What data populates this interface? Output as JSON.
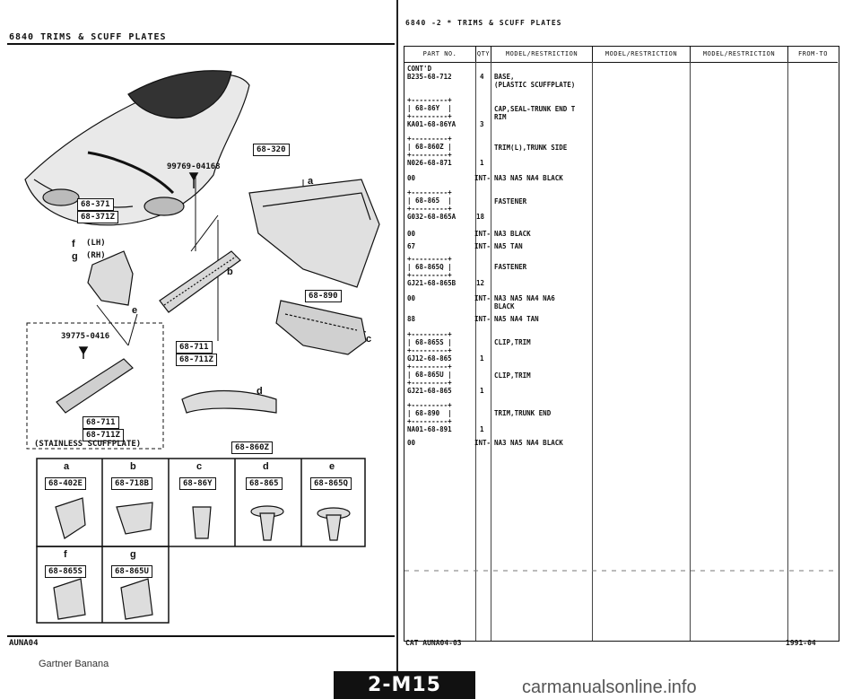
{
  "left": {
    "title": "6840   TRIMS & SCUFF PLATES",
    "code": "AUNA04",
    "credit": "Gartner Banana",
    "labels": {
      "p99769": "99769-04168",
      "p39775": "39775-0416",
      "box_68_320": "68-320",
      "box_68_371": "68-371",
      "box_68_371Z": "68-371Z",
      "box_68_890": "68-890",
      "box_68_711a": "68-711",
      "box_68_711Za": "68-711Z",
      "box_68_711b": "68-711",
      "box_68_711Zb": "68-711Z",
      "box_68_860Z": "68-860Z",
      "lh": "(LH)",
      "rh": "(RH)",
      "stainless": "(STAINLESS SCUFFPLATE)"
    },
    "callouts": {
      "a": "a",
      "b": "b",
      "c": "c",
      "d": "d",
      "e": "e",
      "f": "f",
      "g": "g"
    },
    "grid": {
      "cells": [
        {
          "mark": "a",
          "box": "68-402E"
        },
        {
          "mark": "b",
          "box": "68-718B"
        },
        {
          "mark": "c",
          "box": "68-86Y"
        },
        {
          "mark": "d",
          "box": "68-865"
        },
        {
          "mark": "e",
          "box": "68-865Q"
        },
        {
          "mark": "f",
          "box": "68-865S"
        },
        {
          "mark": "g",
          "box": "68-865U"
        }
      ]
    }
  },
  "right": {
    "header": "6840  -2 *  TRIMS & SCUFF PLATES",
    "columns": [
      "PART NO.",
      "QTY",
      "MODEL/RESTRICTION",
      "MODEL/RESTRICTION",
      "MODEL/RESTRICTION",
      "FROM-TO"
    ],
    "rows": [
      {
        "part": "CONT'D\nB235-68-712",
        "qty": "4",
        "desc": "BASE,\n(PLASTIC SCUFFPLATE)"
      },
      {
        "part": "+---------+\n| 68-86Y  |\n+---------+\nKA01-68-86YA",
        "qty": "3",
        "desc": "CAP,SEAL-TRUNK END T\nRIM"
      },
      {
        "part": "+---------+\n| 68-860Z |\n+---------+\nN026-68-871",
        "qty": "1",
        "desc": "TRIM(L),TRUNK SIDE"
      },
      {
        "part": "00",
        "qty": "INT-",
        "desc": "NA3 NA5 NA4 BLACK"
      },
      {
        "part": "+---------+\n| 68-865  |\n+---------+\nG032-68-865A",
        "qty": "18",
        "desc": "FASTENER"
      },
      {
        "part": "00",
        "qty": "INT-",
        "desc": "NA3 BLACK"
      },
      {
        "part": "67",
        "qty": "INT-",
        "desc": "NA5 TAN"
      },
      {
        "part": "+---------+\n| 68-865Q |\n+---------+\nGJ21-68-865B",
        "qty": "12",
        "desc": "FASTENER"
      },
      {
        "part": "00",
        "qty": "INT-",
        "desc": "NA3 NA5 NA4 NA6\nBLACK"
      },
      {
        "part": "88",
        "qty": "INT-",
        "desc": "NA5 NA4 TAN"
      },
      {
        "part": "+---------+\n| 68-865S |\n+---------+\nGJ12-68-865",
        "qty": "1",
        "desc": "CLIP,TRIM"
      },
      {
        "part": "+---------+\n| 68-865U |\n+---------+\nGJ21-68-865",
        "qty": "1",
        "desc": "CLIP,TRIM"
      },
      {
        "part": "+---------+\n| 68-890  |\n+---------+\nNA01-68-891",
        "qty": "1",
        "desc": "TRIM,TRUNK END"
      },
      {
        "part": "00",
        "qty": "INT-",
        "desc": "NA3 NA5 NA4 BLACK"
      }
    ],
    "footer_left": "CAT  AUNA04-03",
    "footer_right": "1991-04"
  },
  "page_badge": "2-M15",
  "watermark": "carmanualsonline.info"
}
